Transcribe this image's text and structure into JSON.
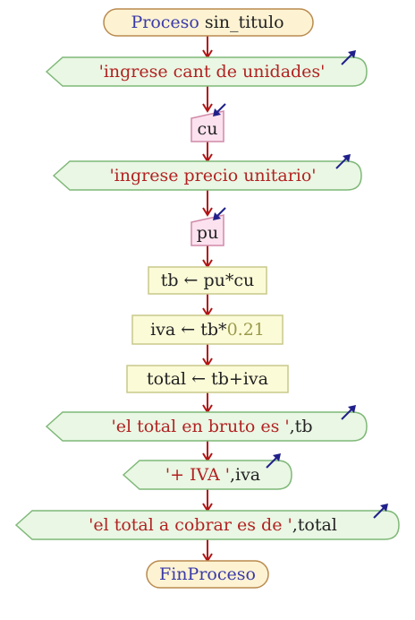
{
  "diagram": {
    "start": {
      "keyword": "Proceso",
      "name": "sin_titulo"
    },
    "end": {
      "keyword": "FinProceso"
    },
    "nodes": [
      {
        "kind": "output",
        "parts": [
          {
            "text": "'ingrese cant de unidades'",
            "color": "#b22222"
          }
        ]
      },
      {
        "kind": "input",
        "parts": [
          {
            "text": "cu",
            "color": "#222222"
          }
        ]
      },
      {
        "kind": "output",
        "parts": [
          {
            "text": "'ingrese precio unitario'",
            "color": "#b22222"
          }
        ]
      },
      {
        "kind": "input",
        "parts": [
          {
            "text": "pu",
            "color": "#222222"
          }
        ]
      },
      {
        "kind": "assign",
        "parts": [
          {
            "text": "tb",
            "color": "#222222"
          },
          {
            "text": " ← ",
            "color": "#222222"
          },
          {
            "text": "pu*cu",
            "color": "#222222"
          }
        ]
      },
      {
        "kind": "assign",
        "parts": [
          {
            "text": "iva",
            "color": "#222222"
          },
          {
            "text": " ← ",
            "color": "#222222"
          },
          {
            "text": "tb*",
            "color": "#222222"
          },
          {
            "text": "0.21",
            "color": "#9a9a4a"
          }
        ]
      },
      {
        "kind": "assign",
        "parts": [
          {
            "text": "total",
            "color": "#222222"
          },
          {
            "text": " ← ",
            "color": "#222222"
          },
          {
            "text": "tb+iva",
            "color": "#222222"
          }
        ]
      },
      {
        "kind": "output",
        "parts": [
          {
            "text": "'el total en bruto es '",
            "color": "#b22222"
          },
          {
            "text": ",tb",
            "color": "#222222"
          }
        ]
      },
      {
        "kind": "output",
        "parts": [
          {
            "text": "'+ IVA '",
            "color": "#b22222"
          },
          {
            "text": ",iva",
            "color": "#222222"
          }
        ]
      },
      {
        "kind": "output",
        "parts": [
          {
            "text": "'el total a cobrar es de '",
            "color": "#b22222"
          },
          {
            "text": ",total",
            "color": "#222222"
          }
        ]
      }
    ]
  },
  "colors": {
    "process_fill": "#fdf3d3",
    "process_stroke": "#b98a4e",
    "process_text": "#3a3aa8",
    "output_fill": "#e9f7e4",
    "output_stroke": "#7fb878",
    "input_fill": "#fbe2ee",
    "input_stroke": "#d08aa8",
    "assign_fill": "#fbfbd8",
    "assign_stroke": "#c8c88a",
    "arrow": "#b01515",
    "io_arrow": "#20208a"
  }
}
